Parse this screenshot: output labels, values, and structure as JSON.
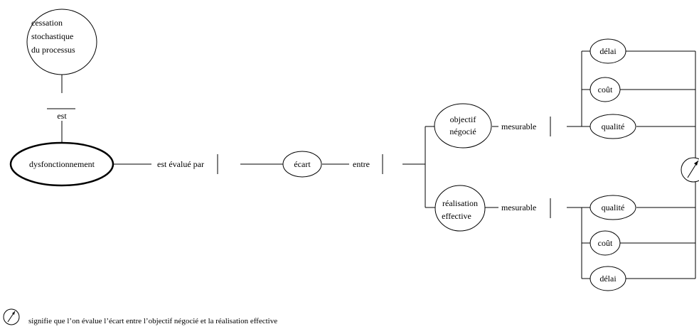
{
  "nodes": {
    "cessation": [
      "cessation",
      "stochastique",
      "du processus"
    ],
    "dysfonctionnement": "dysfonctionnement",
    "ecart": "écart",
    "objectif": [
      "objectif",
      "négocié"
    ],
    "realisation": [
      "réalisation",
      "effective"
    ],
    "top_delai": "délai",
    "top_cout": "coût",
    "top_qualite": "qualité",
    "bot_qualite": "qualité",
    "bot_cout": "coût",
    "bot_delai": "délai"
  },
  "relations": {
    "est": "est",
    "est_evalue_par": "est évalué par",
    "entre": "entre",
    "mesurable_top": "mesurable",
    "mesurable_bottom": "mesurable"
  },
  "legend": {
    "text": "signifie que l’on évalue l’écart entre l’objectif négocié et la réalisation effective",
    "symbol": "gauge-icon"
  }
}
